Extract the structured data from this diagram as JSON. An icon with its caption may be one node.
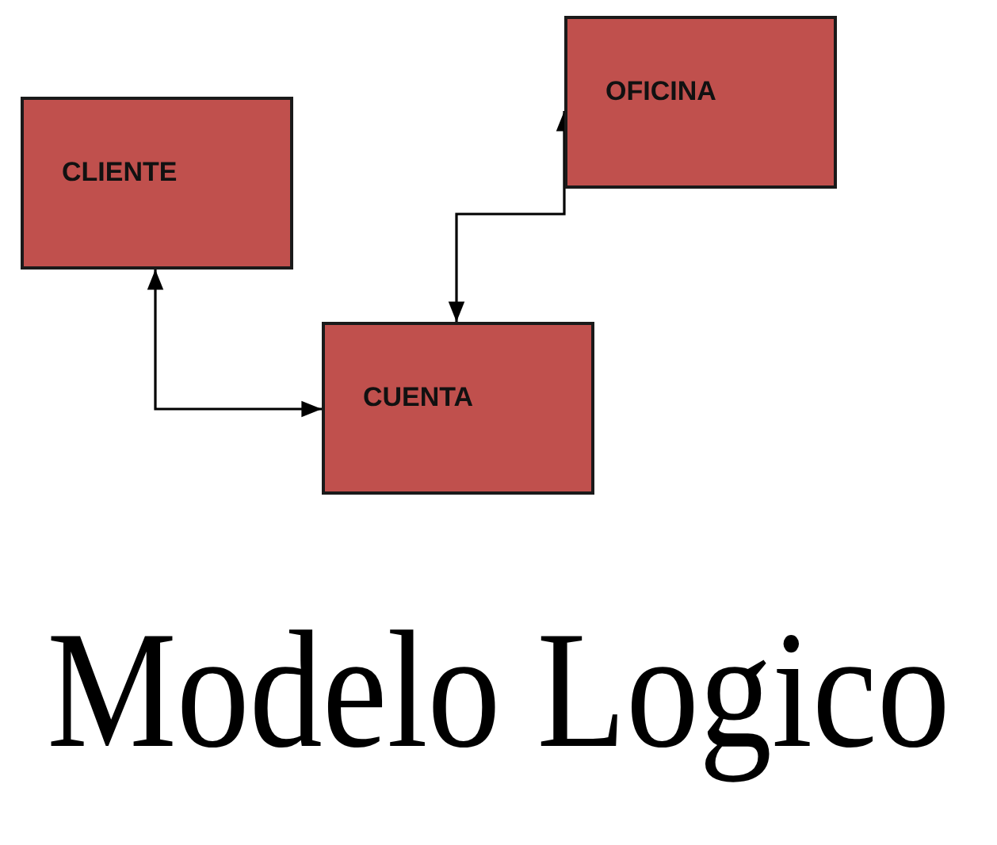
{
  "diagram": {
    "title": "Modelo Logico",
    "nodes": [
      {
        "text": [
          "CLIENTE"
        ]
      },
      {
        "text": [
          "OFICINA"
        ]
      },
      {
        "text": [
          "CUENTA"
        ]
      }
    ],
    "edges": [
      {
        "from": 0,
        "to": 2,
        "arrow": "both"
      },
      {
        "from": 2,
        "to": 1,
        "arrow": "both"
      }
    ]
  }
}
